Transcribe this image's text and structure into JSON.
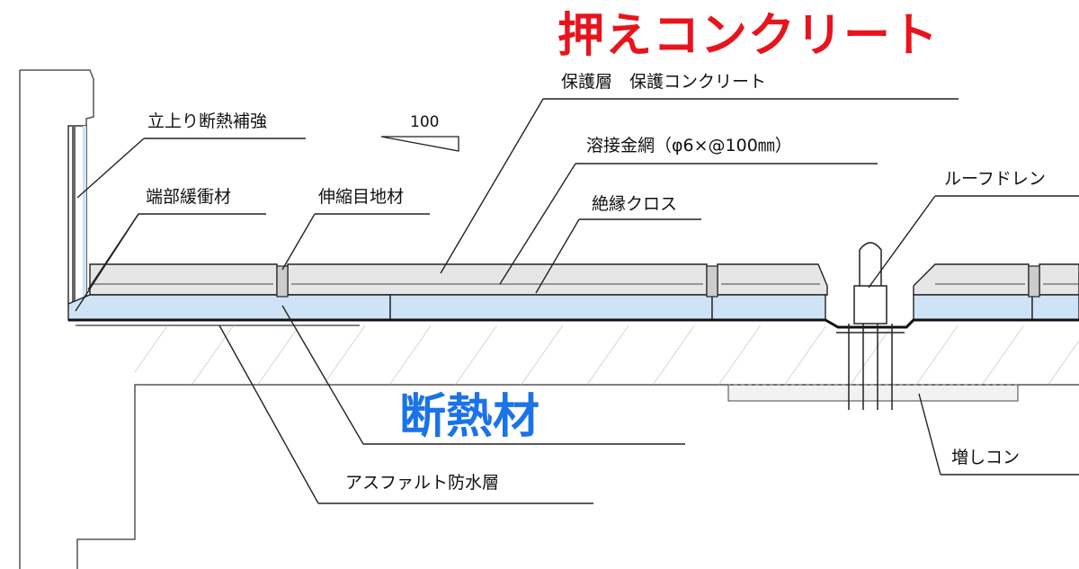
{
  "title_highlight": "押えコンクリート",
  "insulation_highlight": "断熱材",
  "labels": {
    "protective_layer": "保護層　保護コンクリート",
    "welded_mesh": "溶接金網（φ6×@100㎜）",
    "insulating_cloth": "絶縁クロス",
    "roof_drain": "ルーフドレン",
    "upstand_insulation": "立上り断熱補強",
    "edge_buffer": "端部緩衝材",
    "expansion_joint": "伸縮目地材",
    "slope": "100",
    "added_concrete": "増しコン",
    "asphalt_waterproof": "アスファルト防水層"
  },
  "colors": {
    "title_red": "#e8141c",
    "insulation_blue": "#1a73e8",
    "insulation_fill": "#cfe3f7",
    "concrete_fill": "#e6e6e6",
    "line": "#222222"
  }
}
